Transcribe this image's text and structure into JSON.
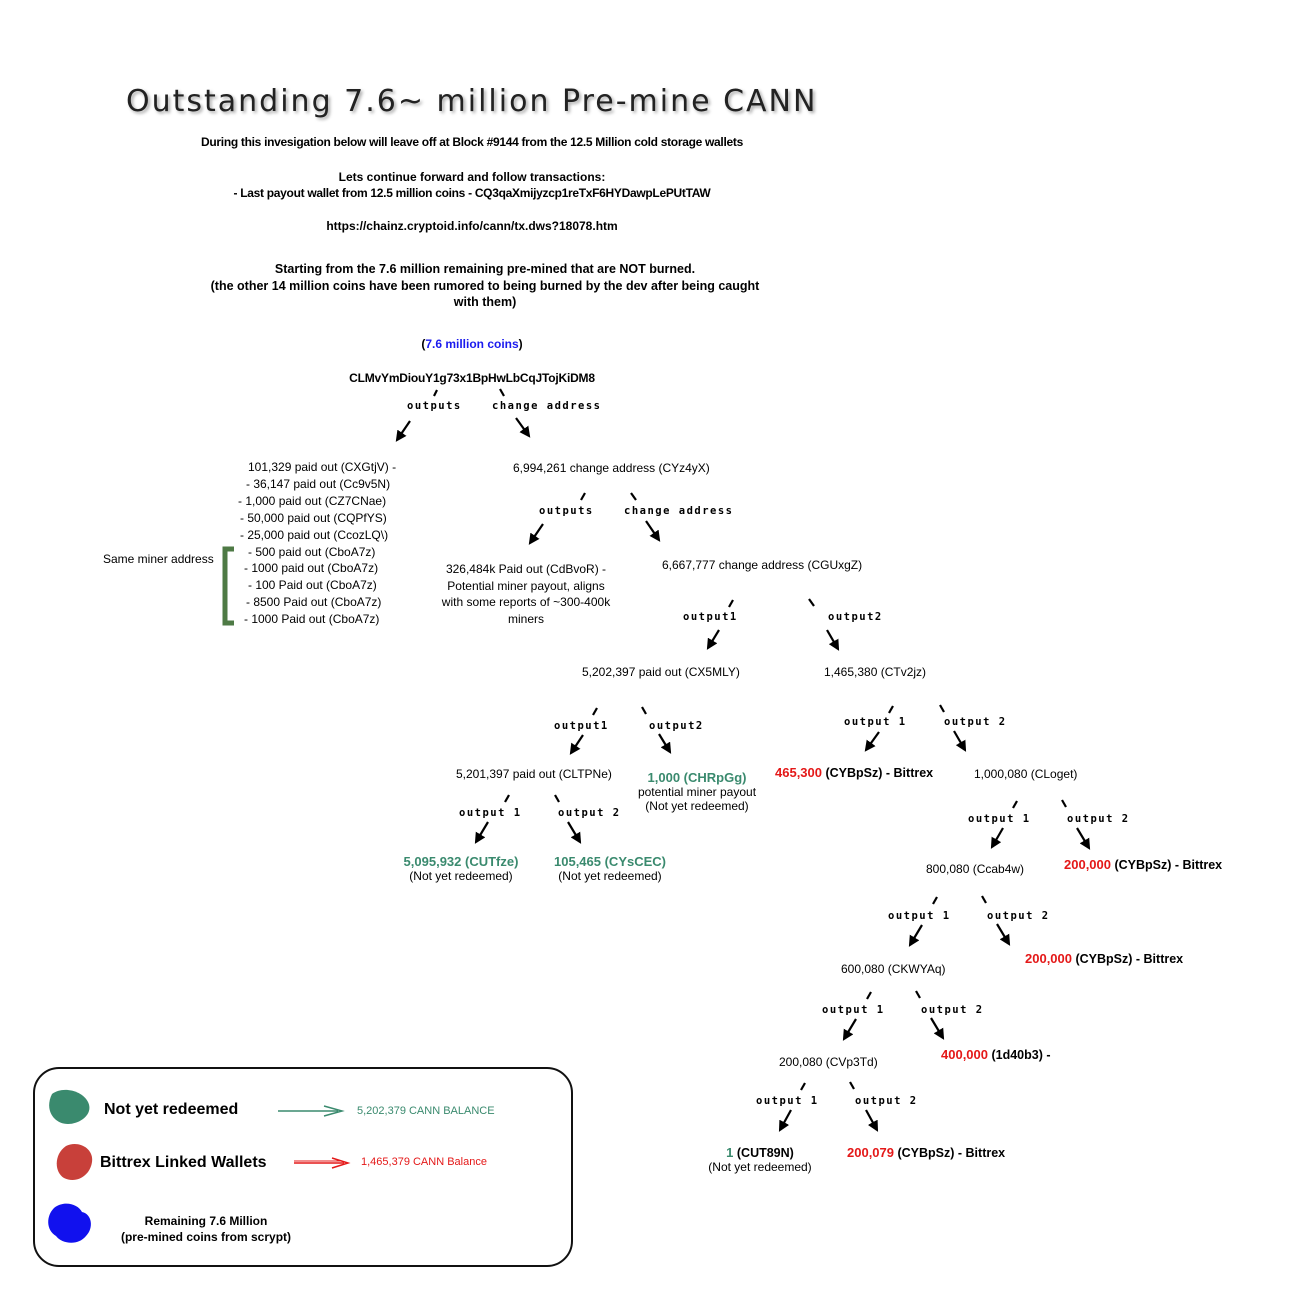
{
  "title": "Outstanding 7.6~ million Pre-mine CANN",
  "intro": {
    "line1": "During this invesigation below will leave off at Block #9144 from the 12.5 Million cold storage wallets",
    "line2": "Lets continue forward and follow transactions:",
    "line3": "- Last payout wallet from 12.5 million coins - CQ3qaXmijyzcp1reTxF6HYDawpLePUtTAW",
    "url": "https://chainz.cryptoid.info/cann/tx.dws?18078.htm",
    "start1": "Starting from the 7.6 million remaining pre-mined that are NOT burned.",
    "start2": "(the other 14 million coins have been rumored to being burned by the dev after being caught",
    "start3": "with them)"
  },
  "root": {
    "open": "(",
    "coins": "7.6 million coins",
    "close": ")",
    "address": "CLMvYmDiouY1g73x1BpHwLbCqJTojKiDM8"
  },
  "edge_labels": {
    "outputs": "outputs",
    "change_address": "change address",
    "output1": "output1",
    "output2": "output2",
    "output_1": "output 1",
    "output_2": "output 2"
  },
  "payout_list": [
    "101,329 paid out (CXGtjV) -",
    "- 36,147 paid out (Cc9v5N)",
    "- 1,000 paid out (CZ7CNae)",
    "- 50,000 paid out (CQPfYS)",
    "- 25,000 paid out (CcozLQ\\)",
    "- 500 paid out (CboA7z)",
    "- 1000 paid out (CboA7z)",
    "- 100 Paid out (CboA7z)",
    "- 8500 Paid out (CboA7z)",
    "- 1000 Paid out (CboA7z)"
  ],
  "same_miner": "Same miner address",
  "nodes": {
    "change1": "6,994,261 change address (CYz4yX)",
    "miner_payout": [
      "326,484k Paid out (CdBvoR) -",
      "Potential miner payout, aligns",
      "with some reports of ~300-400k",
      "miners"
    ],
    "change2": "6,667,777 change address (CGUxgZ)",
    "paid_cx5": "5,202,397 paid out (CX5MLY)",
    "ctv2": "1,465,380 (CTv2jz)",
    "cltp": "5,201,397 paid out (CLTPNe)",
    "chrp_amt": "1,000 (CHRpGg)",
    "chrp_note1": "potential miner payout",
    "chrp_note2": "(Not yet redeemed)",
    "cyb1_amt": "465,300",
    "cyb1_rest": "(CYBpSz) - Bittrex",
    "clog": "1,000,080 (CLoget)",
    "cut_amt": "5,095,932 (CUTfze)",
    "cut_note": "(Not yet redeemed)",
    "cys_amt": "105,465 (CYsCEC)",
    "cys_note": "(Not yet redeemed)",
    "ccab": "800,080 (Ccab4w)",
    "cyb2_amt": "200,000",
    "cyb2_rest": "(CYBpSz) - Bittrex",
    "ckwy": "600,080 (CKWYAq)",
    "cyb3_amt": "200,000",
    "cyb3_rest": "(CYBpSz) - Bittrex",
    "cvp": "200,080 (CVp3Td)",
    "d40_amt": "400,000",
    "d40_rest": "(1d40b3) -",
    "cut89_amt": "1",
    "cut89_rest": "(CUT89N)",
    "cut89_note": "(Not yet redeemed)",
    "cyb4_amt": "200,079",
    "cyb4_rest": "(CYBpSz) - Bittrex"
  },
  "legend": {
    "not_redeemed": "Not yet redeemed",
    "not_redeemed_balance": "5,202,379 CANN BALANCE",
    "bittrex": "Bittrex Linked Wallets",
    "bittrex_balance": "1,465,379 CANN Balance",
    "remaining1": "Remaining 7.6 Million",
    "remaining2": "(pre-mined coins from scrypt)"
  },
  "colors": {
    "green": "#3a8a6e",
    "red": "#e41818",
    "blue": "#1a1aee",
    "bracket": "#4e7a45"
  }
}
